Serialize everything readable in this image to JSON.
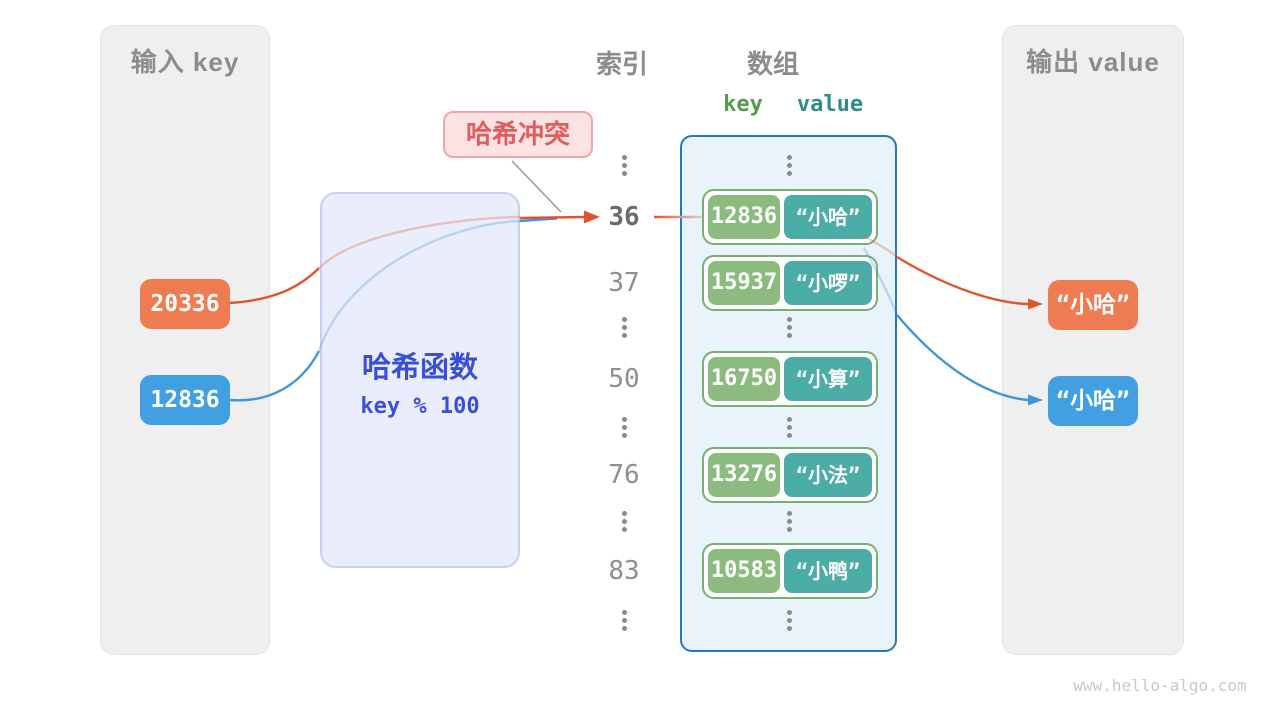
{
  "panels": {
    "input_title": "输入 key",
    "output_title": "输出 value"
  },
  "headers": {
    "index": "索引",
    "array": "数组",
    "key": "key",
    "value": "value"
  },
  "hash": {
    "title": "哈希函数",
    "formula": "key % 100"
  },
  "collision": {
    "label": "哈希冲突"
  },
  "inputs": [
    {
      "value": "20336",
      "color": "orange"
    },
    {
      "value": "12836",
      "color": "blue"
    }
  ],
  "outputs": [
    {
      "value": "“小哈”",
      "color": "orange"
    },
    {
      "value": "“小哈”",
      "color": "blue"
    }
  ],
  "columns": {
    "slots": [
      {
        "index": "⋮",
        "cell": "⋮"
      },
      {
        "index": "36",
        "index_bold": true,
        "cell": {
          "key": "12836",
          "value": "“小哈”"
        }
      },
      {
        "index": "37",
        "cell": {
          "key": "15937",
          "value": "“小啰”"
        }
      },
      {
        "index": "⋮",
        "cell": "⋮"
      },
      {
        "index": "50",
        "cell": {
          "key": "16750",
          "value": "“小算”"
        }
      },
      {
        "index": "⋮",
        "cell": "⋮"
      },
      {
        "index": "76",
        "cell": {
          "key": "13276",
          "value": "“小法”"
        }
      },
      {
        "index": "⋮",
        "cell": "⋮"
      },
      {
        "index": "83",
        "cell": {
          "key": "10583",
          "value": "“小鸭”"
        }
      },
      {
        "index": "⋮",
        "cell": "⋮"
      }
    ]
  },
  "footer": {
    "watermark": "www.hello-algo.com"
  },
  "colors": {
    "input_key_orange": "#EE7B52",
    "input_key_blue": "#42A0E2",
    "arrow_orange": "#E0552F",
    "arrow_blue": "#3E97DC",
    "array_key_green": "#8CBB80",
    "array_value_teal": "#4CACA6",
    "array_panel_border": "#2278BE",
    "hash_text_blue": "#3A4FD8",
    "collision_red": "#E25C5C"
  }
}
